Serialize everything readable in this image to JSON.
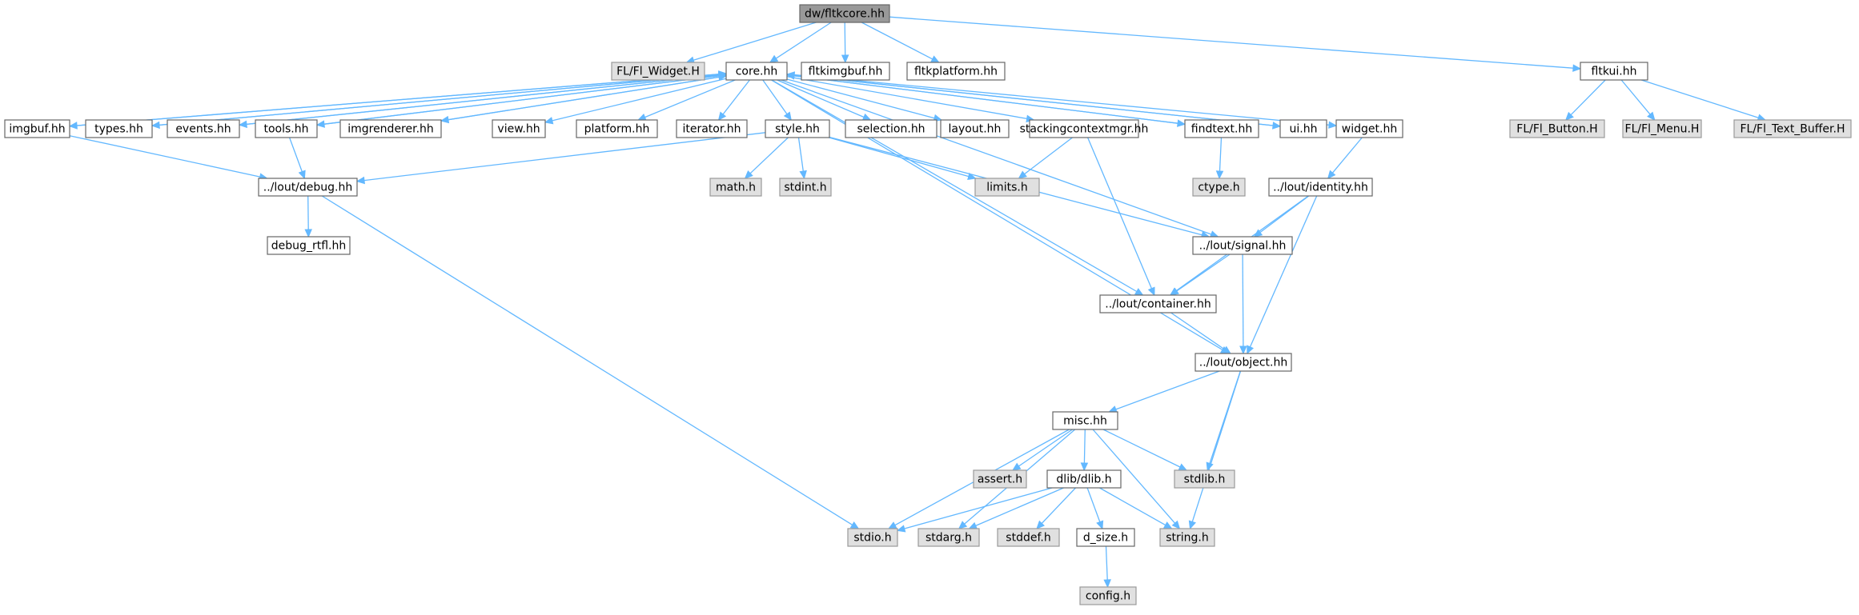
{
  "colors": {
    "root_fill": "#999999",
    "local_fill": "#ffffff",
    "system_fill": "#e0e0e0",
    "border_dark": "#666666",
    "border_system": "#999999",
    "edge": "#63b8ff",
    "text": "#000000"
  },
  "nodes": [
    {
      "id": "n0",
      "label": "dw/fltkcore.hh",
      "kind": "root"
    },
    {
      "id": "n1",
      "label": "FL/Fl_Widget.H",
      "kind": "system"
    },
    {
      "id": "n2",
      "label": "core.hh",
      "kind": "local"
    },
    {
      "id": "n3",
      "label": "fltkimgbuf.hh",
      "kind": "local"
    },
    {
      "id": "n4",
      "label": "fltkplatform.hh",
      "kind": "local"
    },
    {
      "id": "n5",
      "label": "fltkui.hh",
      "kind": "local"
    },
    {
      "id": "n6",
      "label": "FL/Fl_Button.H",
      "kind": "system"
    },
    {
      "id": "n7",
      "label": "FL/Fl_Menu.H",
      "kind": "system"
    },
    {
      "id": "n8",
      "label": "FL/Fl_Text_Buffer.H",
      "kind": "system"
    },
    {
      "id": "n9",
      "label": "imgbuf.hh",
      "kind": "local"
    },
    {
      "id": "n10",
      "label": "types.hh",
      "kind": "local"
    },
    {
      "id": "n11",
      "label": "events.hh",
      "kind": "local"
    },
    {
      "id": "n12",
      "label": "tools.hh",
      "kind": "local"
    },
    {
      "id": "n13",
      "label": "imgrenderer.hh",
      "kind": "local"
    },
    {
      "id": "n14",
      "label": "view.hh",
      "kind": "local"
    },
    {
      "id": "n15",
      "label": "platform.hh",
      "kind": "local"
    },
    {
      "id": "n16",
      "label": "iterator.hh",
      "kind": "local"
    },
    {
      "id": "n17",
      "label": "style.hh",
      "kind": "local"
    },
    {
      "id": "n18",
      "label": "selection.hh",
      "kind": "local"
    },
    {
      "id": "n19",
      "label": "layout.hh",
      "kind": "local"
    },
    {
      "id": "n20",
      "label": "stackingcontextmgr.hh",
      "kind": "local"
    },
    {
      "id": "n21",
      "label": "findtext.hh",
      "kind": "local"
    },
    {
      "id": "n22",
      "label": "ui.hh",
      "kind": "local"
    },
    {
      "id": "n23",
      "label": "widget.hh",
      "kind": "local"
    },
    {
      "id": "n24",
      "label": "../lout/debug.hh",
      "kind": "local"
    },
    {
      "id": "n25",
      "label": "math.h",
      "kind": "system"
    },
    {
      "id": "n26",
      "label": "stdint.h",
      "kind": "system"
    },
    {
      "id": "n27",
      "label": "limits.h",
      "kind": "system"
    },
    {
      "id": "n28",
      "label": "ctype.h",
      "kind": "system"
    },
    {
      "id": "n29",
      "label": "../lout/identity.hh",
      "kind": "local"
    },
    {
      "id": "n30",
      "label": "debug_rtfl.hh",
      "kind": "local"
    },
    {
      "id": "n31",
      "label": "../lout/signal.hh",
      "kind": "local"
    },
    {
      "id": "n32",
      "label": "../lout/container.hh",
      "kind": "local"
    },
    {
      "id": "n33",
      "label": "../lout/object.hh",
      "kind": "local"
    },
    {
      "id": "n34",
      "label": "misc.hh",
      "kind": "local"
    },
    {
      "id": "n35",
      "label": "assert.h",
      "kind": "system"
    },
    {
      "id": "n36",
      "label": "dlib/dlib.h",
      "kind": "local"
    },
    {
      "id": "n37",
      "label": "stdlib.h",
      "kind": "system"
    },
    {
      "id": "n38",
      "label": "stdio.h",
      "kind": "system"
    },
    {
      "id": "n39",
      "label": "stdarg.h",
      "kind": "system"
    },
    {
      "id": "n40",
      "label": "stddef.h",
      "kind": "system"
    },
    {
      "id": "n41",
      "label": "d_size.h",
      "kind": "local"
    },
    {
      "id": "n42",
      "label": "string.h",
      "kind": "system"
    },
    {
      "id": "n43",
      "label": "config.h",
      "kind": "system"
    }
  ],
  "edges": [
    [
      "n0",
      "n1"
    ],
    [
      "n0",
      "n2"
    ],
    [
      "n0",
      "n3"
    ],
    [
      "n0",
      "n4"
    ],
    [
      "n0",
      "n5"
    ],
    [
      "n5",
      "n6"
    ],
    [
      "n5",
      "n7"
    ],
    [
      "n5",
      "n8"
    ],
    [
      "n2",
      "n9"
    ],
    [
      "n2",
      "n10"
    ],
    [
      "n2",
      "n11"
    ],
    [
      "n2",
      "n12"
    ],
    [
      "n2",
      "n13"
    ],
    [
      "n2",
      "n14"
    ],
    [
      "n2",
      "n15"
    ],
    [
      "n2",
      "n16"
    ],
    [
      "n2",
      "n17"
    ],
    [
      "n2",
      "n18"
    ],
    [
      "n2",
      "n19"
    ],
    [
      "n2",
      "n20"
    ],
    [
      "n2",
      "n21"
    ],
    [
      "n2",
      "n22"
    ],
    [
      "n2",
      "n23"
    ],
    [
      "n2",
      "n32"
    ],
    [
      "n2",
      "n31"
    ],
    [
      "n2",
      "n33"
    ],
    [
      "n9",
      "n2"
    ],
    [
      "n10",
      "n2"
    ],
    [
      "n11",
      "n2"
    ],
    [
      "n12",
      "n2"
    ],
    [
      "n13",
      "n2"
    ],
    [
      "n21",
      "n2"
    ],
    [
      "n22",
      "n2"
    ],
    [
      "n9",
      "n24"
    ],
    [
      "n12",
      "n24"
    ],
    [
      "n17",
      "n24"
    ],
    [
      "n17",
      "n25"
    ],
    [
      "n17",
      "n26"
    ],
    [
      "n17",
      "n27"
    ],
    [
      "n17",
      "n31"
    ],
    [
      "n20",
      "n27"
    ],
    [
      "n20",
      "n32"
    ],
    [
      "n21",
      "n28"
    ],
    [
      "n23",
      "n29"
    ],
    [
      "n24",
      "n30"
    ],
    [
      "n24",
      "n38"
    ],
    [
      "n29",
      "n31"
    ],
    [
      "n29",
      "n32"
    ],
    [
      "n29",
      "n33"
    ],
    [
      "n31",
      "n32"
    ],
    [
      "n31",
      "n33"
    ],
    [
      "n32",
      "n33"
    ],
    [
      "n33",
      "n34"
    ],
    [
      "n33",
      "n37"
    ],
    [
      "n33",
      "n42"
    ],
    [
      "n34",
      "n35"
    ],
    [
      "n34",
      "n36"
    ],
    [
      "n34",
      "n37"
    ],
    [
      "n34",
      "n38"
    ],
    [
      "n34",
      "n39"
    ],
    [
      "n34",
      "n42"
    ],
    [
      "n36",
      "n38"
    ],
    [
      "n36",
      "n39"
    ],
    [
      "n36",
      "n40"
    ],
    [
      "n36",
      "n41"
    ],
    [
      "n36",
      "n42"
    ],
    [
      "n41",
      "n43"
    ]
  ]
}
